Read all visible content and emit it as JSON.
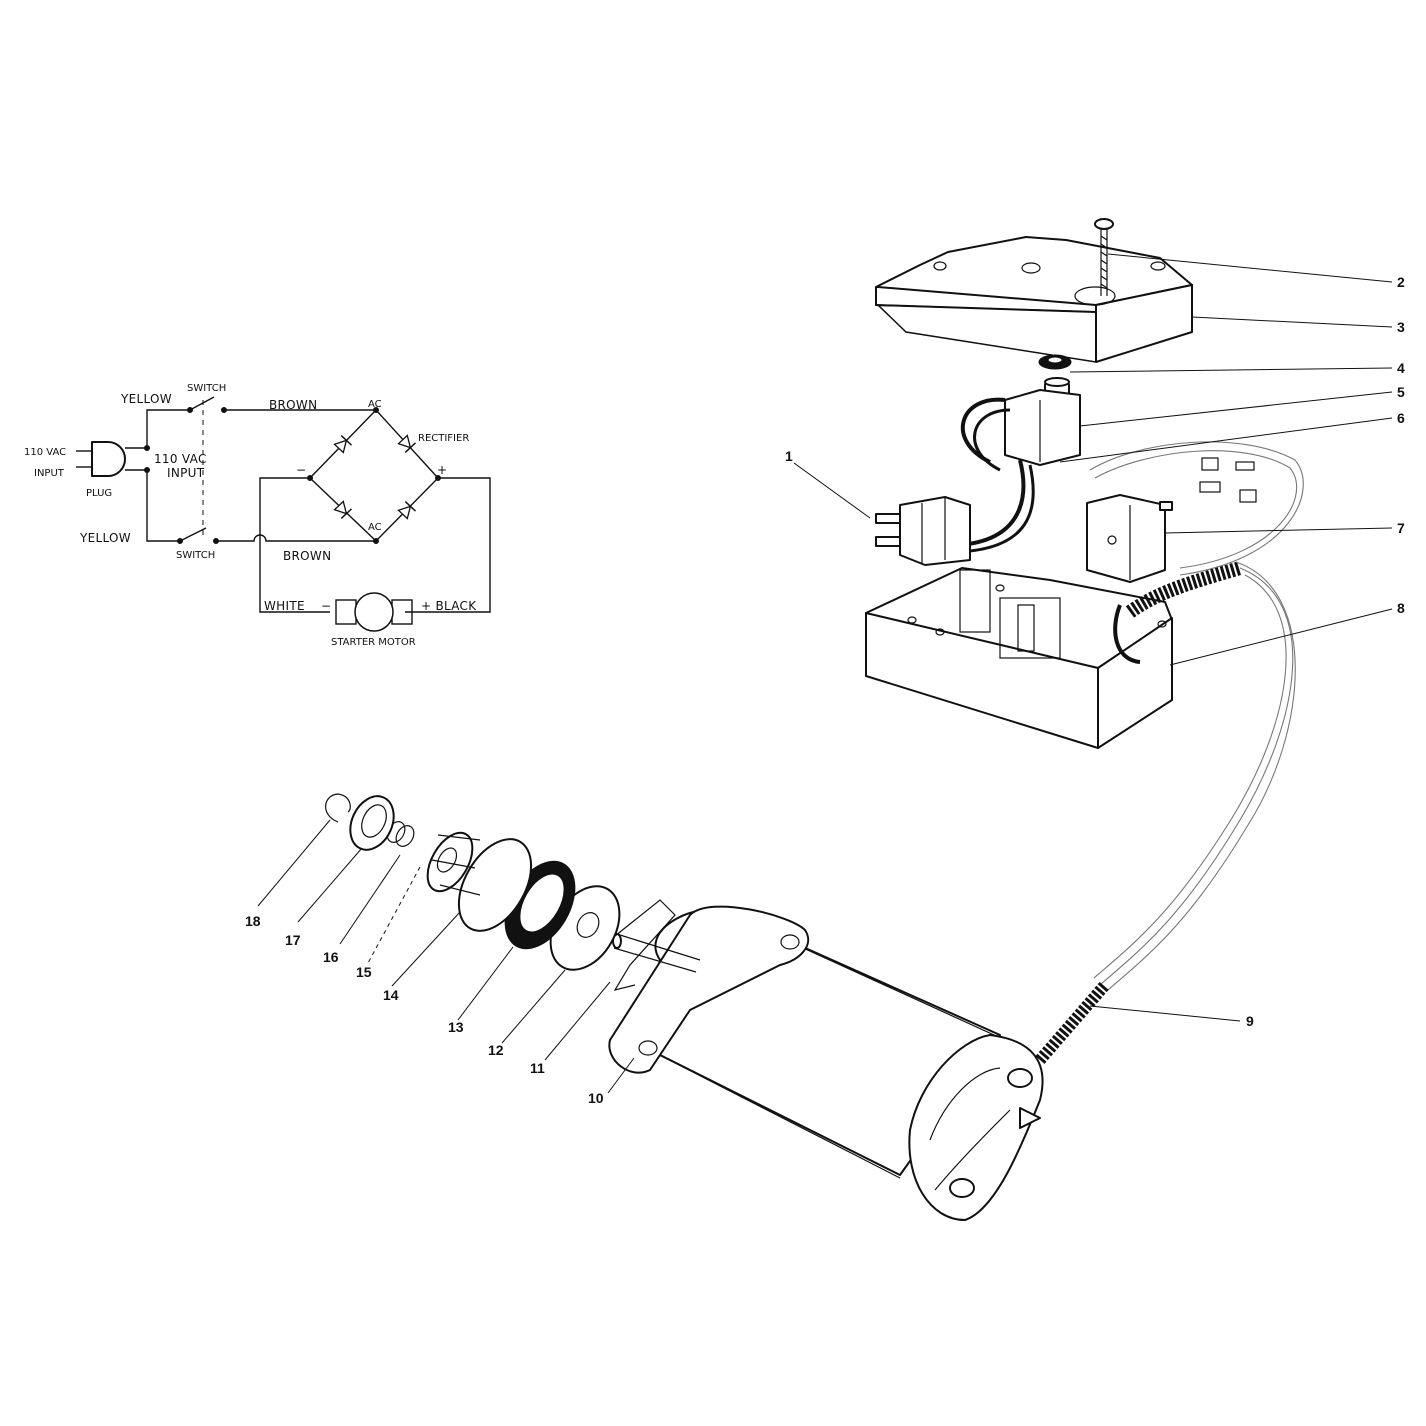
{
  "schematic": {
    "yellow_top": "YELLOW",
    "yellow_bottom": "YELLOW",
    "switch_top": "SWITCH",
    "switch_bottom": "SWITCH",
    "vac_left": "110 VAC",
    "input_left": "INPUT",
    "plug": "PLUG",
    "vac_center": "110 VAC",
    "input_center": "INPUT",
    "brown_top": "BROWN",
    "brown_bottom": "BROWN",
    "ac_top": "AC",
    "ac_bottom": "AC",
    "rectifier": "RECTIFIER",
    "minus_sign": "−",
    "plus_sign": "+",
    "white": "WHITE",
    "motor_minus": "−",
    "black": "+ BLACK",
    "starter_motor": "STARTER MOTOR"
  },
  "callouts": [
    "1",
    "2",
    "3",
    "4",
    "5",
    "6",
    "7",
    "8",
    "9",
    "10",
    "11",
    "12",
    "13",
    "14",
    "15",
    "16",
    "17",
    "18"
  ]
}
